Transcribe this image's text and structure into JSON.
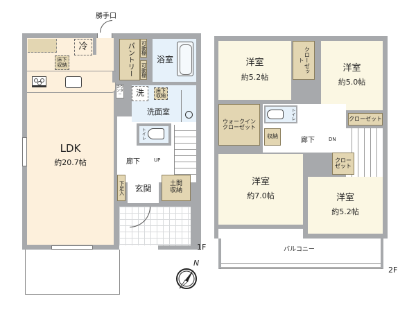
{
  "floor1": {
    "tag": "1F",
    "rooms": {
      "ldk": {
        "label": "LDK",
        "area": "約20.7帖"
      },
      "refrigerator": {
        "label": "冷"
      },
      "underfloor_storage_kitchen": {
        "label": "床下収納"
      },
      "pantry": {
        "label": "パントリー"
      },
      "adjustable_shelf_1": {
        "label": "可動棚"
      },
      "adjustable_shelf_2": {
        "label": "可動棚"
      },
      "bathroom": {
        "label": "浴室"
      },
      "washer": {
        "label": "洗"
      },
      "underfloor_storage_wash": {
        "label": "床下収納"
      },
      "counter": {
        "label": "カウンター"
      },
      "washroom": {
        "label": "洗面室"
      },
      "toilet": {
        "label": "トイレ"
      },
      "hallway": {
        "label": "廊下"
      },
      "stairs_up": {
        "label": "UP"
      },
      "shoe_storage": {
        "label": "下足入"
      },
      "entrance": {
        "label": "玄関"
      },
      "earthen_storage": {
        "label": "土間収納"
      },
      "service_entrance": {
        "label": "勝手口"
      }
    }
  },
  "floor2": {
    "tag": "2F",
    "rooms": {
      "bedroom_nw": {
        "label": "洋室",
        "area": "約5.2帖"
      },
      "closet_nw": {
        "label": "クローゼット"
      },
      "bedroom_ne": {
        "label": "洋室",
        "area": "約5.0帖"
      },
      "closet_ne": {
        "label": "クローゼット"
      },
      "walk_in_closet": {
        "label": "ウォークインクローゼット",
        "line1": "ウォークイン",
        "line2": "クローゼット"
      },
      "toilet": {
        "label": "トイレ"
      },
      "storage": {
        "label": "収納"
      },
      "hallway": {
        "label": "廊下"
      },
      "stairs_down": {
        "label": "DN"
      },
      "closet_se": {
        "label": "クローゼット"
      },
      "bedroom_sw": {
        "label": "洋室",
        "area": "約7.0帖"
      },
      "bedroom_se": {
        "label": "洋室",
        "area": "約5.2帖"
      },
      "balcony": {
        "label": "バルコニー"
      }
    }
  },
  "compass": {
    "label": "N"
  },
  "colors": {
    "wall": "#a7a9ac",
    "ldk": "#fdf0dc",
    "western_room": "#fbf7e3",
    "storage": "#e3d6b2",
    "wet_area": "#e6f1fa"
  }
}
